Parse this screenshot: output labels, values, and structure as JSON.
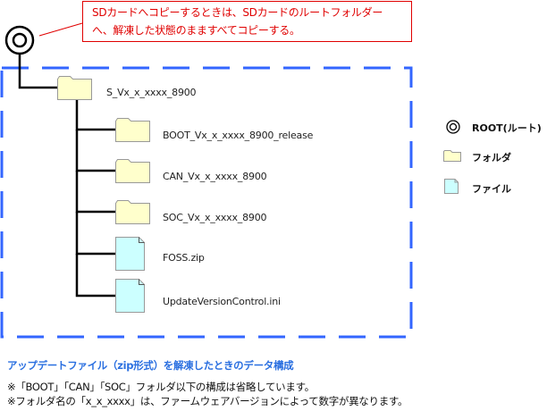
{
  "callout": {
    "line1": "SDカードへコピーするときは、SDカードのルートフォルダー",
    "line2": "へ、解凍した状態のまますべてコピーする。"
  },
  "tree": {
    "root": {
      "type": "root"
    },
    "top_folder": {
      "name": "S_Vx_x_xxxx_8900",
      "type": "folder"
    },
    "children": [
      {
        "name": "BOOT_Vx_x_xxxx_8900_release",
        "type": "folder"
      },
      {
        "name": "CAN_Vx_x_xxxx_8900",
        "type": "folder"
      },
      {
        "name": "SOC_Vx_x_xxxx_8900",
        "type": "folder"
      },
      {
        "name": "FOSS.zip",
        "type": "file"
      },
      {
        "name": "UpdateVersionControl.ini",
        "type": "file"
      }
    ]
  },
  "legend": [
    {
      "icon": "root-icon",
      "label": "ROOT(ルート)"
    },
    {
      "icon": "folder-icon",
      "label": "フォルダ"
    },
    {
      "icon": "file-icon",
      "label": "ファイル"
    }
  ],
  "caption": "アップデートファイル（zip形式）を解凍したときのデータ構成",
  "footnotes": [
    "※「BOOT」「CAN」「SOC」フォルダ以下の構成は省略しています。",
    "※フォルダ名の「x_x_xxxx」は、ファームウェアバージョンによって数字が異なります。"
  ],
  "colors": {
    "callout": "#e00000",
    "dash_border": "#3366ff",
    "folder_fill": "#ffffcc",
    "file_fill": "#ccffff",
    "caption": "#2a6fe0"
  }
}
